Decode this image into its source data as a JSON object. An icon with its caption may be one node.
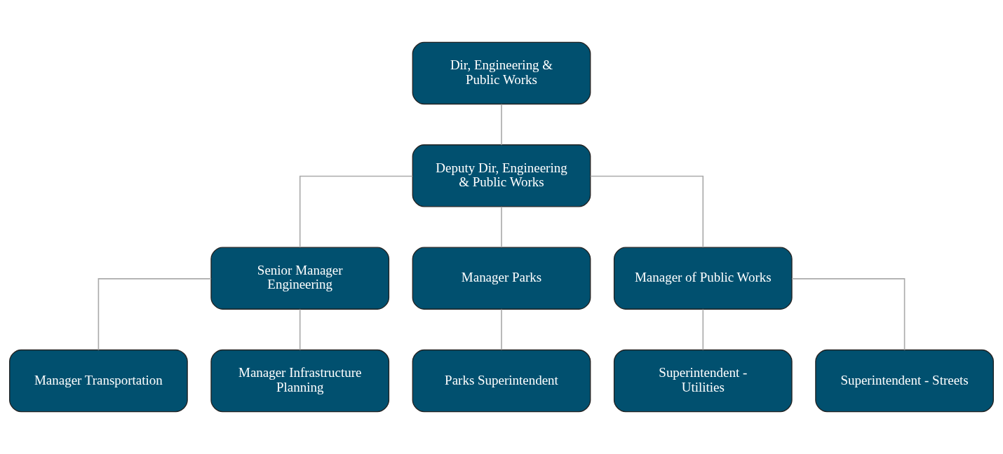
{
  "diagram": {
    "nodes": [
      {
        "text": [
          "Dir, Engineering & Public Works"
        ]
      },
      {
        "text": [
          "Deputy Dir, Engineering & Public Works"
        ]
      },
      {
        "text": [
          "Senior Manager Engineering"
        ]
      },
      {
        "text": [
          "Manager Parks"
        ]
      },
      {
        "text": [
          "Manager of Public Works"
        ]
      },
      {
        "text": [
          "Manager Transportation"
        ]
      },
      {
        "text": [
          "Manager Infrastructure Planning"
        ]
      },
      {
        "text": [
          "Parks Superintendent"
        ]
      },
      {
        "text": [
          "Superintendent - Utilities"
        ]
      },
      {
        "text": [
          "Superintendent - Streets"
        ]
      }
    ],
    "edges": [
      {
        "from": 0,
        "to": 1,
        "arrow": "none"
      },
      {
        "from": 1,
        "to": 2,
        "arrow": "none"
      },
      {
        "from": 1,
        "to": 3,
        "arrow": "none"
      },
      {
        "from": 1,
        "to": 4,
        "arrow": "none"
      },
      {
        "from": 2,
        "to": 5,
        "arrow": "none"
      },
      {
        "from": 2,
        "to": 6,
        "arrow": "none"
      },
      {
        "from": 3,
        "to": 7,
        "arrow": "none"
      },
      {
        "from": 4,
        "to": 8,
        "arrow": "none"
      },
      {
        "from": 4,
        "to": 9,
        "arrow": "none"
      }
    ]
  }
}
